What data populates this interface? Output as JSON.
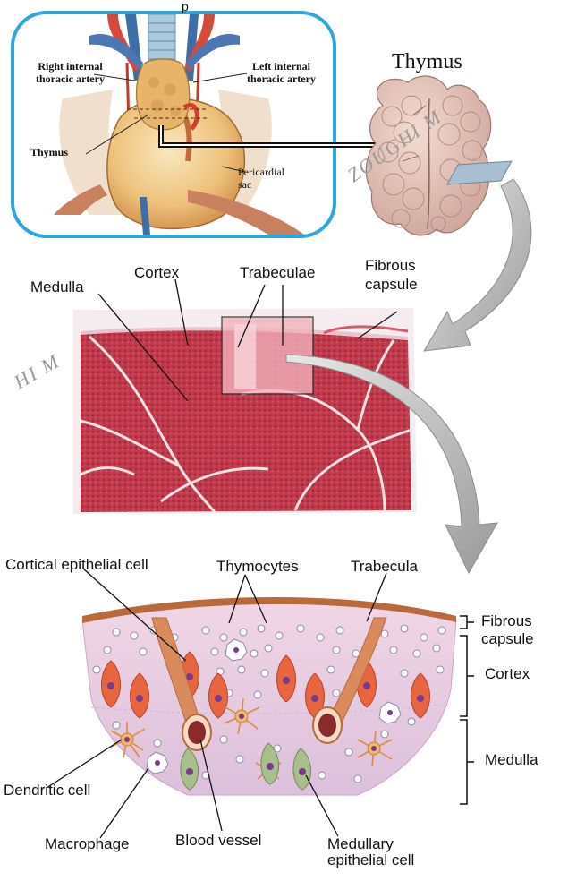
{
  "panel_top": {
    "top_fragment": "p",
    "right_internal_thoracic_artery": "Right internal\nthoracic artery",
    "left_internal_thoracic_artery": "Left internal\nthoracic artery",
    "thymus_label": "Thymus",
    "pericardial_sac": "Pericardial\nsac"
  },
  "thymus_title": "Thymus",
  "histology": {
    "medulla": "Medulla",
    "cortex": "Cortex",
    "trabeculae": "Trabeculae",
    "fibrous_capsule": "Fibrous\ncapsule"
  },
  "schematic": {
    "cortical_epithelial_cell": "Cortical epithelial cell",
    "thymocytes": "Thymocytes",
    "trabecula": "Trabecula",
    "fibrous_capsule": "Fibrous\ncapsule",
    "cortex": "Cortex",
    "medulla": "Medulla",
    "dendritic_cell": "Dendritic cell",
    "macrophage": "Macrophage",
    "blood_vessel": "Blood vessel",
    "medullary_epithelial_cell": "Medullary\nepithelial cell"
  },
  "watermarks": {
    "w1": "ZOUGHI M",
    "w2": "HI M"
  },
  "colors": {
    "panel_border": "#29a8e0",
    "tissue_red": "#c23345",
    "cortical_cell": "#e8663f",
    "medullary_cell": "#a8bf8c",
    "capsule": "#b86a3c"
  }
}
